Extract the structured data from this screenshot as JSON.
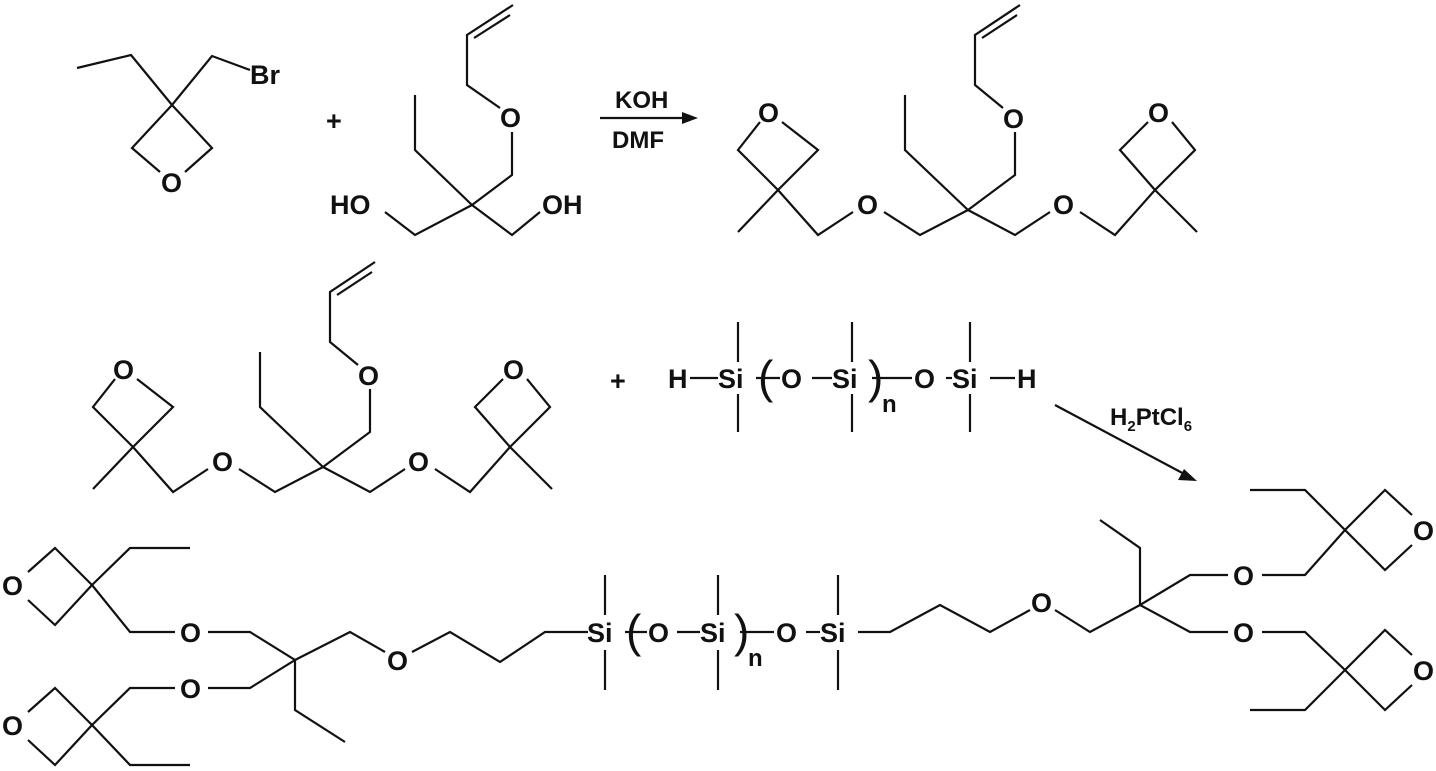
{
  "reaction1": {
    "reactant1_atoms": {
      "br": "Br",
      "o": "O"
    },
    "plus": "+",
    "reactant2_atoms": {
      "o": "O",
      "ho": "HO",
      "oh": "OH"
    },
    "reagent_top": "KOH",
    "reagent_bottom": "DMF",
    "product_atoms": {
      "o": "O"
    }
  },
  "reaction2": {
    "plus": "+",
    "siloxane": {
      "h": "H",
      "si": "Si",
      "o": "O",
      "n": "n",
      "open_paren": "(",
      "close_paren": ")"
    },
    "catalyst": {
      "main": "H",
      "sub1": "2",
      "mid": "PtCl",
      "sub2": "6"
    },
    "product_atoms": {
      "o": "O",
      "si": "Si",
      "n": "n"
    }
  }
}
